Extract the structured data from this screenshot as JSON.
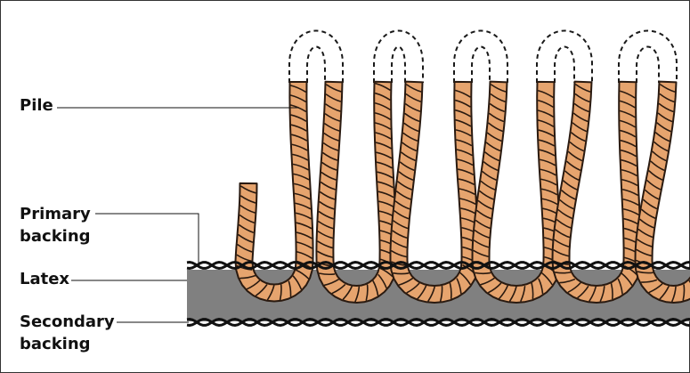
{
  "labels": {
    "pile": "Pile",
    "primary_backing": [
      "Primary",
      "backing"
    ],
    "latex": "Latex",
    "secondary_backing": [
      "Secondary",
      "backing"
    ]
  },
  "colors": {
    "yarn_fill": "#E6A46E",
    "yarn_stroke": "#2A1A10",
    "latex_fill": "#808080",
    "backing_line": "#111111",
    "cut_loop_outline": "#1A1A1A",
    "frame": "#333333"
  }
}
